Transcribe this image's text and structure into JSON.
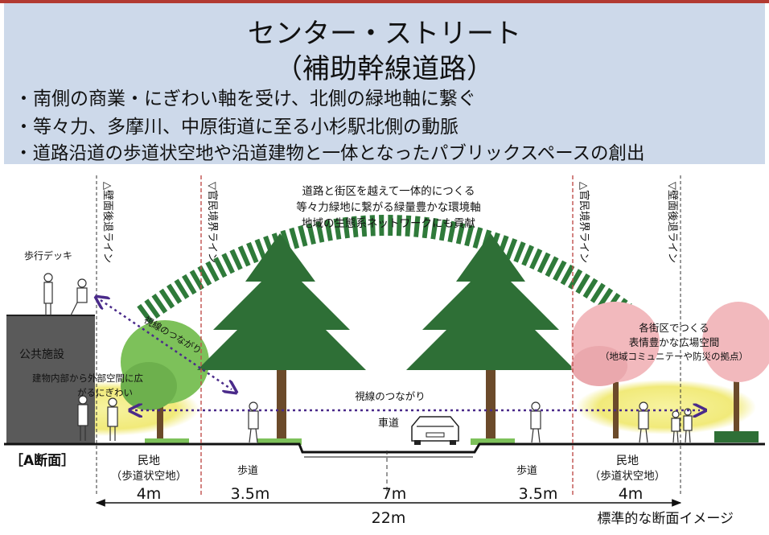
{
  "header": {
    "title": "センター・ストリート",
    "subtitle": "（補助幹線道路）",
    "bullets": [
      "・南側の商業・にぎわい軸を受け、北側の緑地軸に繋ぐ",
      "・等々力、多摩川、中原街道に至る小杉駅北側の動脈",
      "・道路沿道の歩道状空地や沿道建物と一体となったパブリックスペースの創出"
    ]
  },
  "diagram": {
    "setback_left_label": "△壁面後退ライン",
    "boundary_left_label": "▽官民境界ライン",
    "boundary_right_label": "△官民境界ライン",
    "setback_right_label": "▽壁面後退ライン",
    "deck_label": "歩行デッキ",
    "public_facility_label": "公共施設",
    "inside_outside_label_1": "建物内部から外部空間に広",
    "inside_outside_label_2": "がるにぎわい",
    "gaze_connection_diagonal": "視線のつながり",
    "green_axis_text": [
      "道路と街区を越えて一体的につくる",
      "等々力緑地に繋がる緑量豊かな環境軸",
      "地域の生態系ネットワークにも貢献"
    ],
    "block_space_text": [
      "各街区でつくる",
      "表情豊かな広場空間",
      "（地域コミュニテーや防災の拠点）"
    ],
    "gaze_connection_horizontal": "視線のつながり",
    "carriageway_label": "車道",
    "section_label": "［A断面］",
    "private_land_left": "民地",
    "private_land_left_sub": "（歩道状空地）",
    "sidewalk_left": "歩道",
    "sidewalk_right": "歩道",
    "private_land_right": "民地",
    "private_land_right_sub": "（歩道状空地）",
    "dim_left": "4m",
    "dim_sidewalk_left": "3.5m",
    "dim_road": "7m",
    "dim_sidewalk_right": "3.5m",
    "dim_right": "4m",
    "dim_total": "22m",
    "caption": "標準的な断面イメージ"
  },
  "colors": {
    "header_bg": "#cdd9ea",
    "top_bar": "#b23a32",
    "tree_green": "#2e6f36",
    "arc_green": "#2f7a3a",
    "light_green": "#7dc15a",
    "pink_tree": "#f2b9bd",
    "glow_yellow": "#f4ef8c",
    "arrow_purple": "#4a2a8a",
    "boundary_red": "#c0504d"
  }
}
